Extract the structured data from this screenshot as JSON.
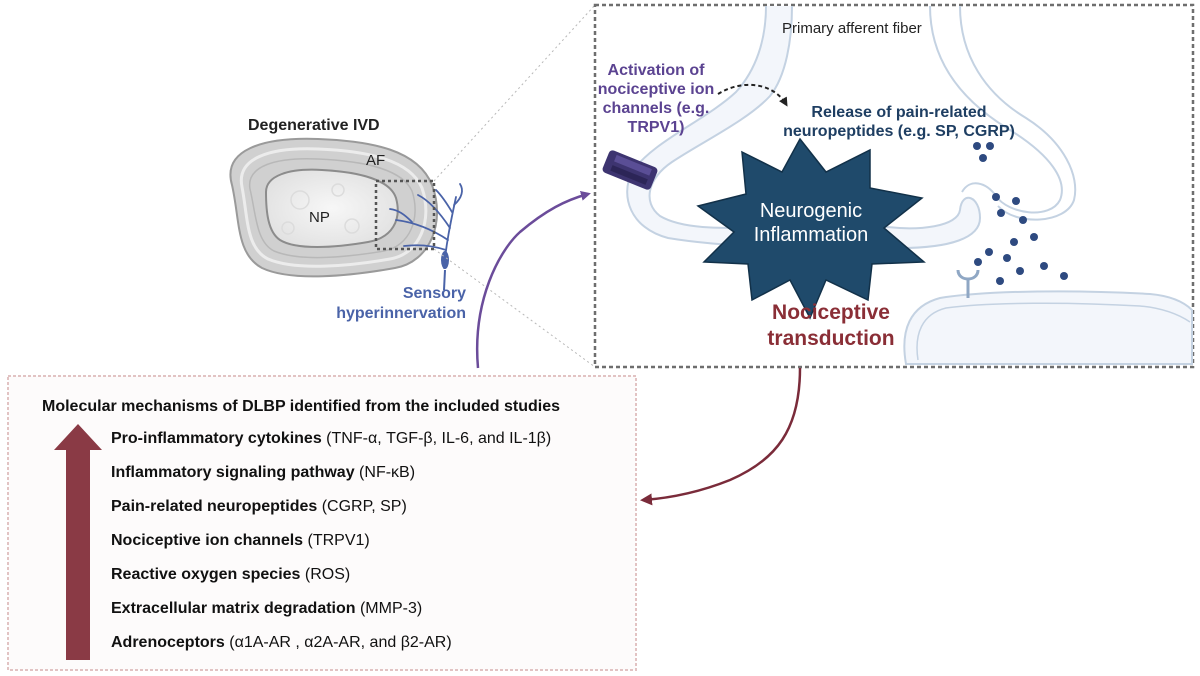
{
  "disc": {
    "title": "Degenerative IVD",
    "af_label": "AF",
    "np_label": "NP",
    "innervation_label": "Sensory hyperinnervation"
  },
  "neuron_panel": {
    "fiber_label": "Primary afferent fiber",
    "ion_channel_label": "Activation of nociceptive ion channels (e.g. TRPV1)",
    "neuropeptide_label": "Release of pain-related neuropeptides (e.g. SP, CGRP)",
    "burst_label": "Neurogenic Inflammation",
    "transduction_label": "Nociceptive transduction"
  },
  "mechanisms": {
    "title": "Molecular mechanisms of DLBP identified from the included studies",
    "items": [
      {
        "name": "Pro-inflammatory cytokines",
        "detail": " (TNF-α, TGF-β, IL-6, and IL-1β)"
      },
      {
        "name": "Inflammatory signaling pathway",
        "detail": " (NF-κB)"
      },
      {
        "name": "Pain-related neuropeptides",
        "detail": " (CGRP, SP)"
      },
      {
        "name": "Nociceptive ion channels",
        "detail": " (TRPV1)"
      },
      {
        "name": "Reactive oxygen species",
        "detail": " (ROS)"
      },
      {
        "name": "Extracellular matrix degradation",
        "detail": " (MMP-3)"
      },
      {
        "name": "Adrenoceptors",
        "detail": " (α1A-AR , α2A-AR, and β2-AR)"
      }
    ]
  },
  "colors": {
    "innervation": "#4a63a8",
    "ion_channel": "#5b4391",
    "neuropeptide": "#1e3e62",
    "burst": "#1f4a6b",
    "transduction": "#8a2e36",
    "up_arrow": "#8a3a45"
  }
}
